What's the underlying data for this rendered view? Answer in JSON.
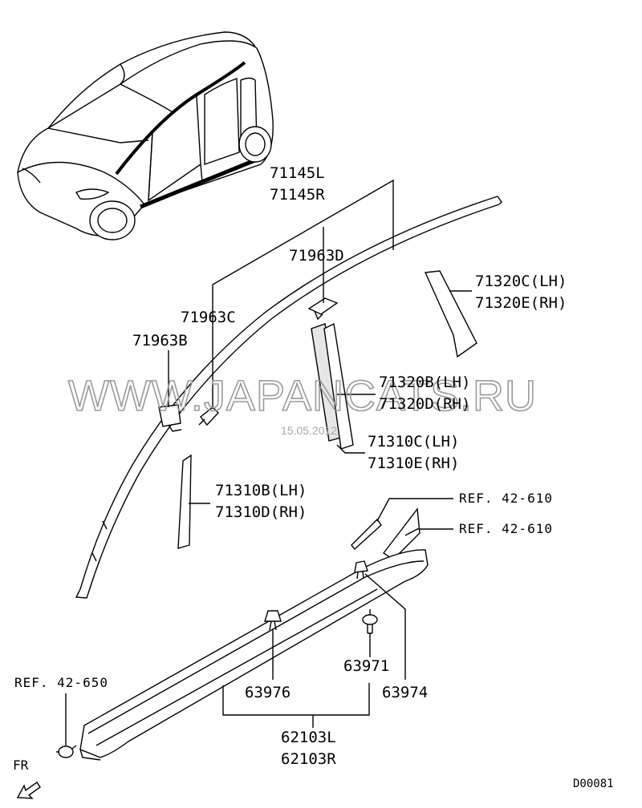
{
  "watermark": {
    "text": "WWW.JAPANCATS.RU",
    "date": "15.05.2012"
  },
  "diagram_code": "D00081",
  "direction_label": "FR",
  "parts": {
    "p71145": [
      "71145L",
      "71145R"
    ],
    "p71963D": "71963D",
    "p71963C": "71963C",
    "p71963B": "71963B",
    "p71320C": [
      "71320C(LH)",
      "71320E(RH)"
    ],
    "p71320B": [
      "71320B(LH)",
      "71320D(RH)"
    ],
    "p71310C": [
      "71310C(LH)",
      "71310E(RH)"
    ],
    "p71310B": [
      "71310B(LH)",
      "71310D(RH)"
    ],
    "p63976": "63976",
    "p63971": "63971",
    "p63974": "63974",
    "p62103": [
      "62103L",
      "62103R"
    ]
  },
  "refs": {
    "ref_top": "REF. 42-610",
    "ref_mid": "REF. 42-610",
    "ref_left": "REF. 42-650"
  }
}
